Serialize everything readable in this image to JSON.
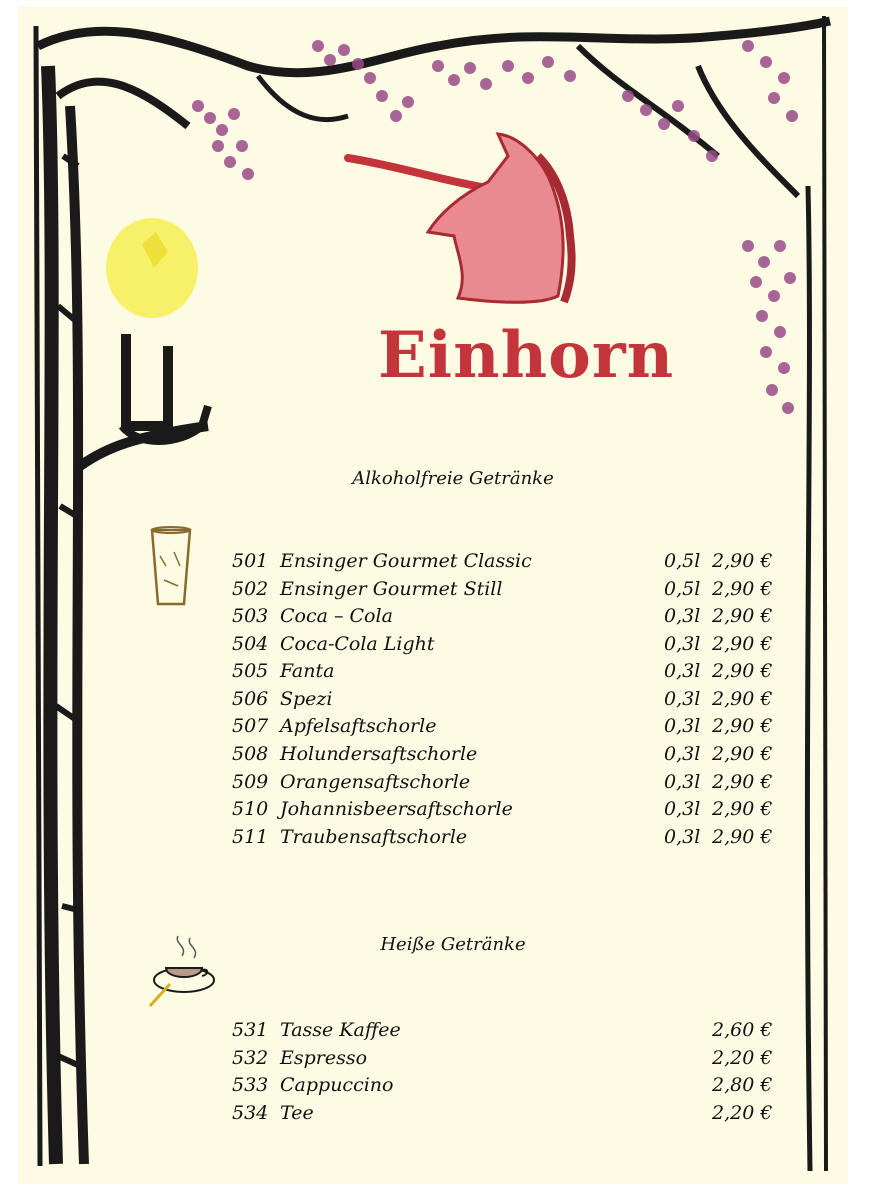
{
  "logo": {
    "text": "Einhorn"
  },
  "sections": [
    {
      "title": "Alkoholfreie Getränke",
      "items": [
        {
          "number": "501",
          "name": "Ensinger Gourmet Classic",
          "volume": "0,5l",
          "price": "2,90 €"
        },
        {
          "number": "502",
          "name": "Ensinger Gourmet Still",
          "volume": "0,5l",
          "price": "2,90 €"
        },
        {
          "number": "503",
          "name": "Coca – Cola",
          "volume": "0,3l",
          "price": "2,90 €"
        },
        {
          "number": "504",
          "name": "Coca-Cola Light",
          "volume": "0,3l",
          "price": "2,90 €"
        },
        {
          "number": "505",
          "name": "Fanta",
          "volume": "0,3l",
          "price": "2,90 €"
        },
        {
          "number": "506",
          "name": "Spezi",
          "volume": "0,3l",
          "price": "2,90 €"
        },
        {
          "number": "507",
          "name": "Apfelsaftschorle",
          "volume": "0,3l",
          "price": "2,90 €"
        },
        {
          "number": "508",
          "name": "Holundersaftschorle",
          "volume": "0,3l",
          "price": "2,90 €"
        },
        {
          "number": "509",
          "name": "Orangensaftschorle",
          "volume": "0,3l",
          "price": "2,90 €"
        },
        {
          "number": "510",
          "name": "Johannisbeersaftschorle",
          "volume": "0,3l",
          "price": "2,90 €"
        },
        {
          "number": "511",
          "name": "Traubensaftschorle",
          "volume": "0,3l",
          "price": "2,90 €"
        }
      ]
    },
    {
      "title": "Heiße Getränke",
      "items": [
        {
          "number": "531",
          "name": "Tasse Kaffee",
          "volume": "",
          "price": "2,60 €"
        },
        {
          "number": "532",
          "name": "Espresso",
          "volume": "",
          "price": "2,20 €"
        },
        {
          "number": "533",
          "name": "Cappuccino",
          "volume": "",
          "price": "2,80 €"
        },
        {
          "number": "534",
          "name": "Tee",
          "volume": "",
          "price": "2,20 €"
        }
      ]
    }
  ],
  "icons": {
    "unicorn": "unicorn-head-icon",
    "candle": "candle-icon",
    "grapes": "grapes-icon",
    "glass": "glass-icon",
    "coffee": "coffee-cup-icon"
  },
  "colors": {
    "background": "#fdfbe4",
    "logo": "#c3343b",
    "grapes": "#9a4a88",
    "ink": "#1a1a1a"
  }
}
